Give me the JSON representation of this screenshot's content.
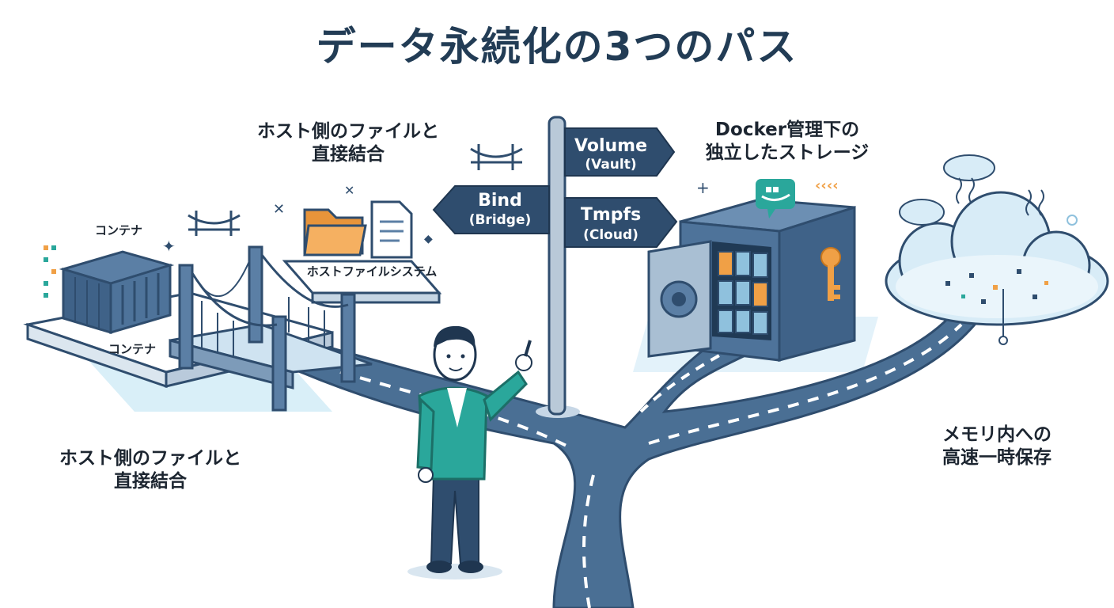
{
  "title": "データ永続化の3つのパス",
  "bind": {
    "sign_main": "Bind",
    "sign_sub": "(Bridge)",
    "caption_line1": "ホスト側のファイルと",
    "caption_line2": "直接結合",
    "lower_caption_line1": "ホスト側のファイルと",
    "lower_caption_line2": "直接結合",
    "container_label_top": "コンテナ",
    "container_label_bottom": "コンテナ",
    "host_fs_label": "ホストファイルシステム"
  },
  "volume": {
    "sign_main": "Volume",
    "sign_sub": "(Vault)",
    "caption_line1": "Docker管理下の",
    "caption_line2": "独立したストレージ"
  },
  "tmpfs": {
    "sign_main": "Tmpfs",
    "sign_sub": "(Cloud)",
    "caption_line1": "メモリ内への",
    "caption_line2": "高速一時保存"
  },
  "colors": {
    "navy": "#2f4d6e",
    "road": "#4a6f94",
    "teal": "#2aa79b",
    "orange": "#f0a046",
    "light_blue": "#dbeef7"
  }
}
